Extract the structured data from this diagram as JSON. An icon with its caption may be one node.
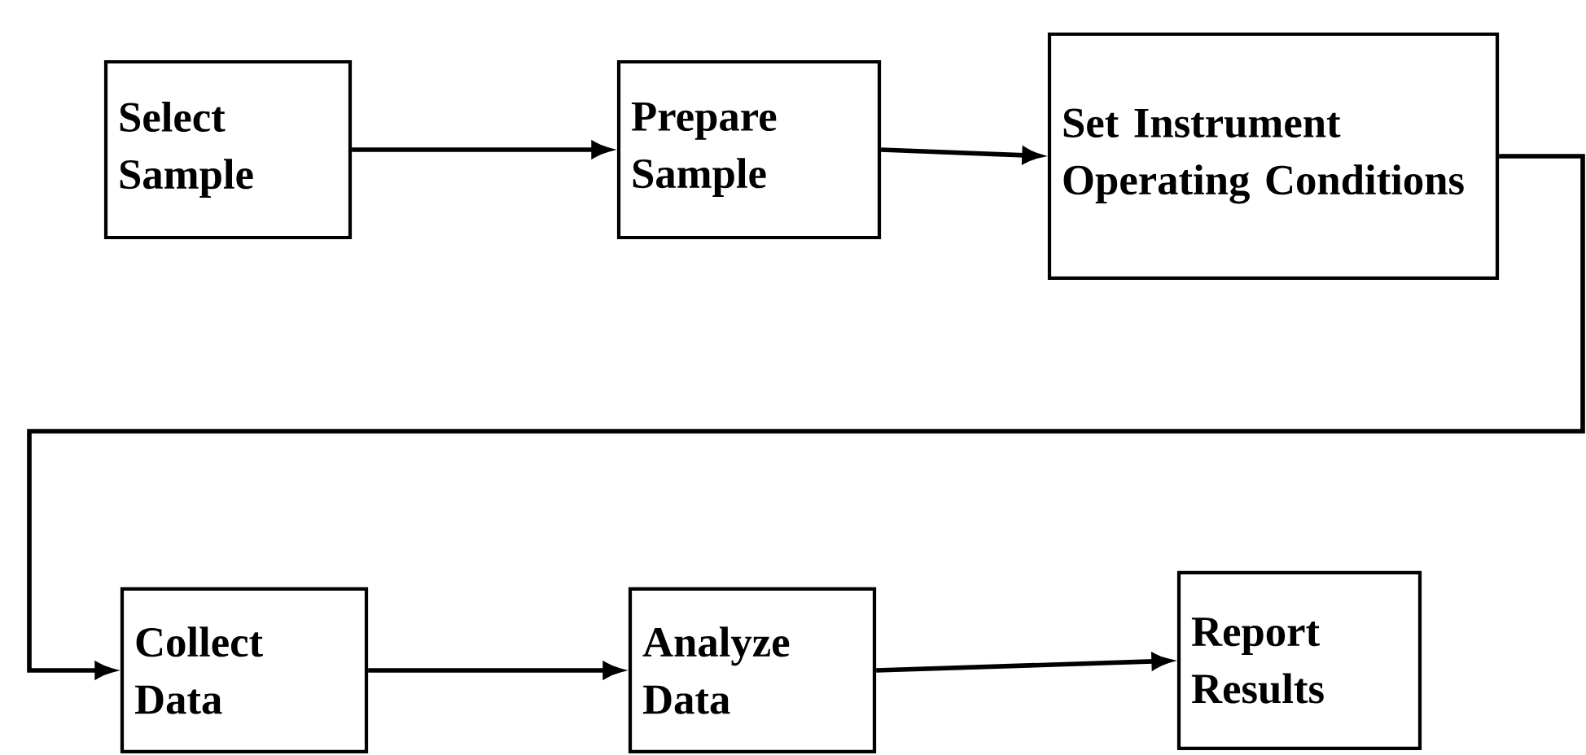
{
  "diagram": {
    "nodes": [
      {
        "text": [
          "Select Sample"
        ]
      },
      {
        "text": [
          "Prepare Sample"
        ]
      },
      {
        "text": [
          "Set Instrument Operating Conditions"
        ]
      },
      {
        "text": [
          "Collect Data"
        ]
      },
      {
        "text": [
          "Analyze Data"
        ]
      },
      {
        "text": [
          "Report Results"
        ]
      }
    ],
    "edges": [
      {
        "from": 0,
        "to": 1,
        "arrow": "to"
      },
      {
        "from": 1,
        "to": 2,
        "arrow": "to"
      },
      {
        "from": 2,
        "to": 3,
        "arrow": "to"
      },
      {
        "from": 3,
        "to": 4,
        "arrow": "to"
      },
      {
        "from": 4,
        "to": 5,
        "arrow": "to"
      }
    ]
  }
}
